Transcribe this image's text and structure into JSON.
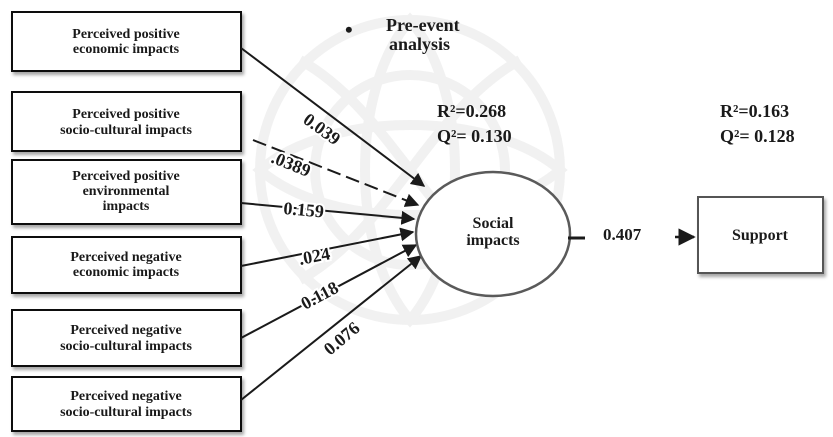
{
  "title": {
    "bullet": "•",
    "line1": "Pre-event",
    "line2": "analysis"
  },
  "input_boxes": [
    {
      "lines": [
        "Perceived positive",
        "economic impacts"
      ]
    },
    {
      "lines": [
        "Perceived positive",
        "socio-cultural impacts"
      ]
    },
    {
      "lines": [
        "Perceived positive",
        "environmental",
        "impacts"
      ]
    },
    {
      "lines": [
        "Perceived negative",
        "economic impacts"
      ]
    },
    {
      "lines": [
        "Perceived negative",
        "socio-cultural impacts"
      ]
    },
    {
      "lines": [
        "Perceived negative",
        "socio-cultural impacts"
      ]
    }
  ],
  "path_coefficients": [
    "0.039",
    ".0389",
    "0.159",
    ".024",
    "0.118",
    "0.076"
  ],
  "mediator": {
    "lines": [
      "Social",
      "impacts"
    ]
  },
  "mediator_stats": {
    "r2": "R²=0.268",
    "q2": "Q²= 0.130"
  },
  "outcome_stats": {
    "r2": "R²=0.163",
    "q2": "Q²= 0.128"
  },
  "outcome_path_coefficient": "0.407",
  "outcome": {
    "label": "Support"
  },
  "colors": {
    "line": "#1a1a1a",
    "box_border": "#111111",
    "ellipse_stroke": "#5a5a5a",
    "watermark": "#e6e6e6"
  }
}
